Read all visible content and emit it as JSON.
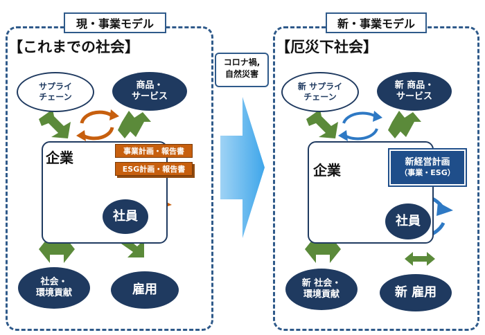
{
  "left": {
    "panel_title": "現・事業モデル",
    "heading": "【これまでの社会】",
    "supply_chain": [
      "サプライ",
      "チェーン"
    ],
    "products": [
      "商品・",
      "サービス"
    ],
    "company": "企業",
    "doc1": "事業計画・報告書",
    "doc2": "ESG計画・報告書",
    "employees": "社員",
    "society": [
      "社会・",
      "環境貢献"
    ],
    "employment": "雇用"
  },
  "middle": {
    "cause": [
      "コロナ禍,",
      "自然災害"
    ]
  },
  "right": {
    "panel_title": "新・事業モデル",
    "heading": "【厄災下社会】",
    "supply_chain": [
      "新 サプライ",
      "チェーン"
    ],
    "products": [
      "新 商品・",
      "サービス"
    ],
    "company": "企業",
    "new_plan": [
      "新経営計画",
      "（事業・ESG）"
    ],
    "employees": "社員",
    "society": [
      "新 社会・",
      "環境貢献"
    ],
    "employment": "新 雇用"
  },
  "colors": {
    "navy": "#1f3a60",
    "panel_border": "#2f5a8a",
    "green_arrow": "#5b8a3a",
    "orange": "#c75f0e",
    "blue_arrow": "#3fa6ea"
  }
}
